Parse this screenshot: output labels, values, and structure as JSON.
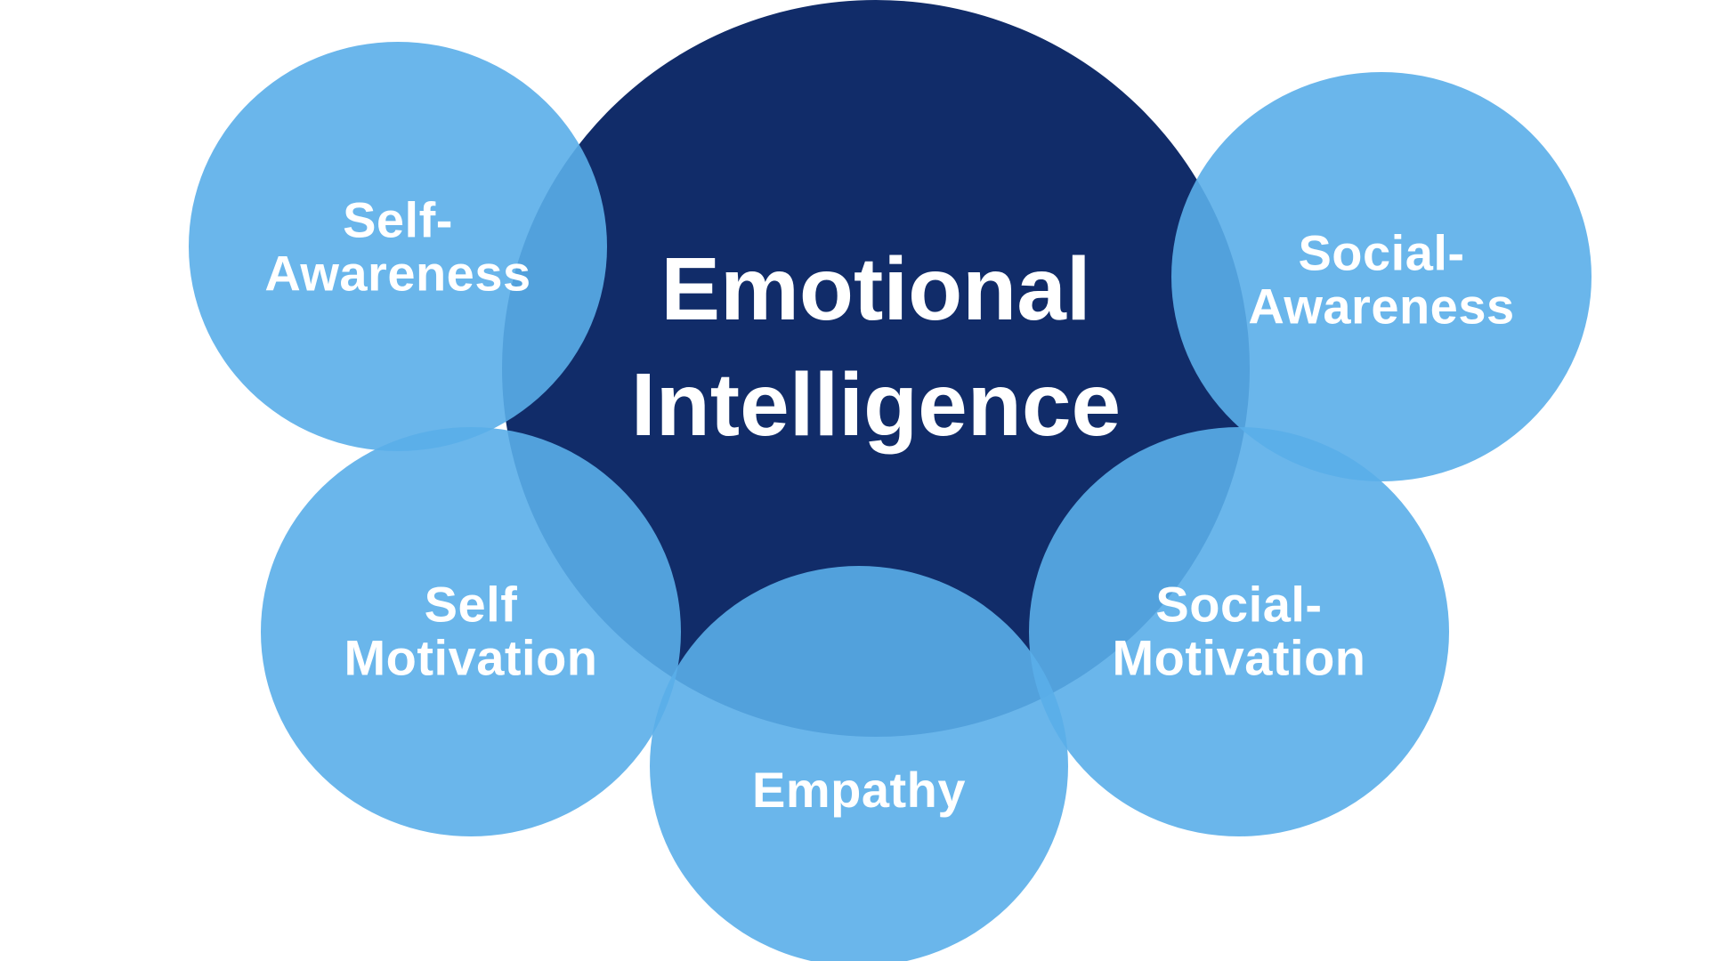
{
  "colors": {
    "background": "#ffffff",
    "center_fill": "#112c69",
    "satellite_fill": "#5aaee9",
    "satellite_opacity": 0.9,
    "text": "#ffffff"
  },
  "center": {
    "line1": "Emotional",
    "line2": "Intelligence"
  },
  "nodes": {
    "self_awareness": {
      "line1": "Self-",
      "line2": "Awareness"
    },
    "social_awareness": {
      "line1": "Social-",
      "line2": "Awareness"
    },
    "self_motivation": {
      "line1": "Self",
      "line2": "Motivation"
    },
    "social_motivation": {
      "line1": "Social-",
      "line2": "Motivation"
    },
    "empathy": {
      "line1": "Empathy"
    }
  }
}
